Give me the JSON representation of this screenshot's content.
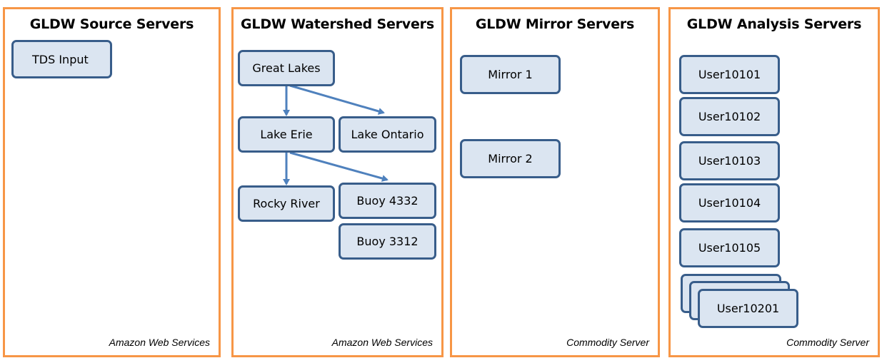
{
  "colors": {
    "panel_border": "#f79646",
    "node_fill": "#dbe5f1",
    "node_border": "#385d8a",
    "arrow": "#4f81bd"
  },
  "panels": {
    "source": {
      "title": "GLDW Source Servers",
      "footer": "Amazon Web Services",
      "nodes": {
        "tds_input": "TDS Input"
      }
    },
    "watershed": {
      "title": "GLDW Watershed Servers",
      "footer": "Amazon Web Services",
      "nodes": {
        "great_lakes": "Great Lakes",
        "lake_erie": "Lake Erie",
        "lake_ontario": "Lake Ontario",
        "rocky_river": "Rocky River",
        "buoy_4332": "Buoy 4332",
        "buoy_3312": "Buoy 3312"
      }
    },
    "mirror": {
      "title": "GLDW Mirror Servers",
      "footer": "Commodity Server",
      "nodes": {
        "mirror_1": "Mirror 1",
        "mirror_2": "Mirror 2"
      }
    },
    "analysis": {
      "title": "GLDW Analysis Servers",
      "footer": "Commodity Server",
      "nodes": {
        "user10101": "User10101",
        "user10102": "User10102",
        "user10103": "User10103",
        "user10104": "User10104",
        "user10105": "User10105",
        "user10201": "User10201"
      }
    }
  }
}
